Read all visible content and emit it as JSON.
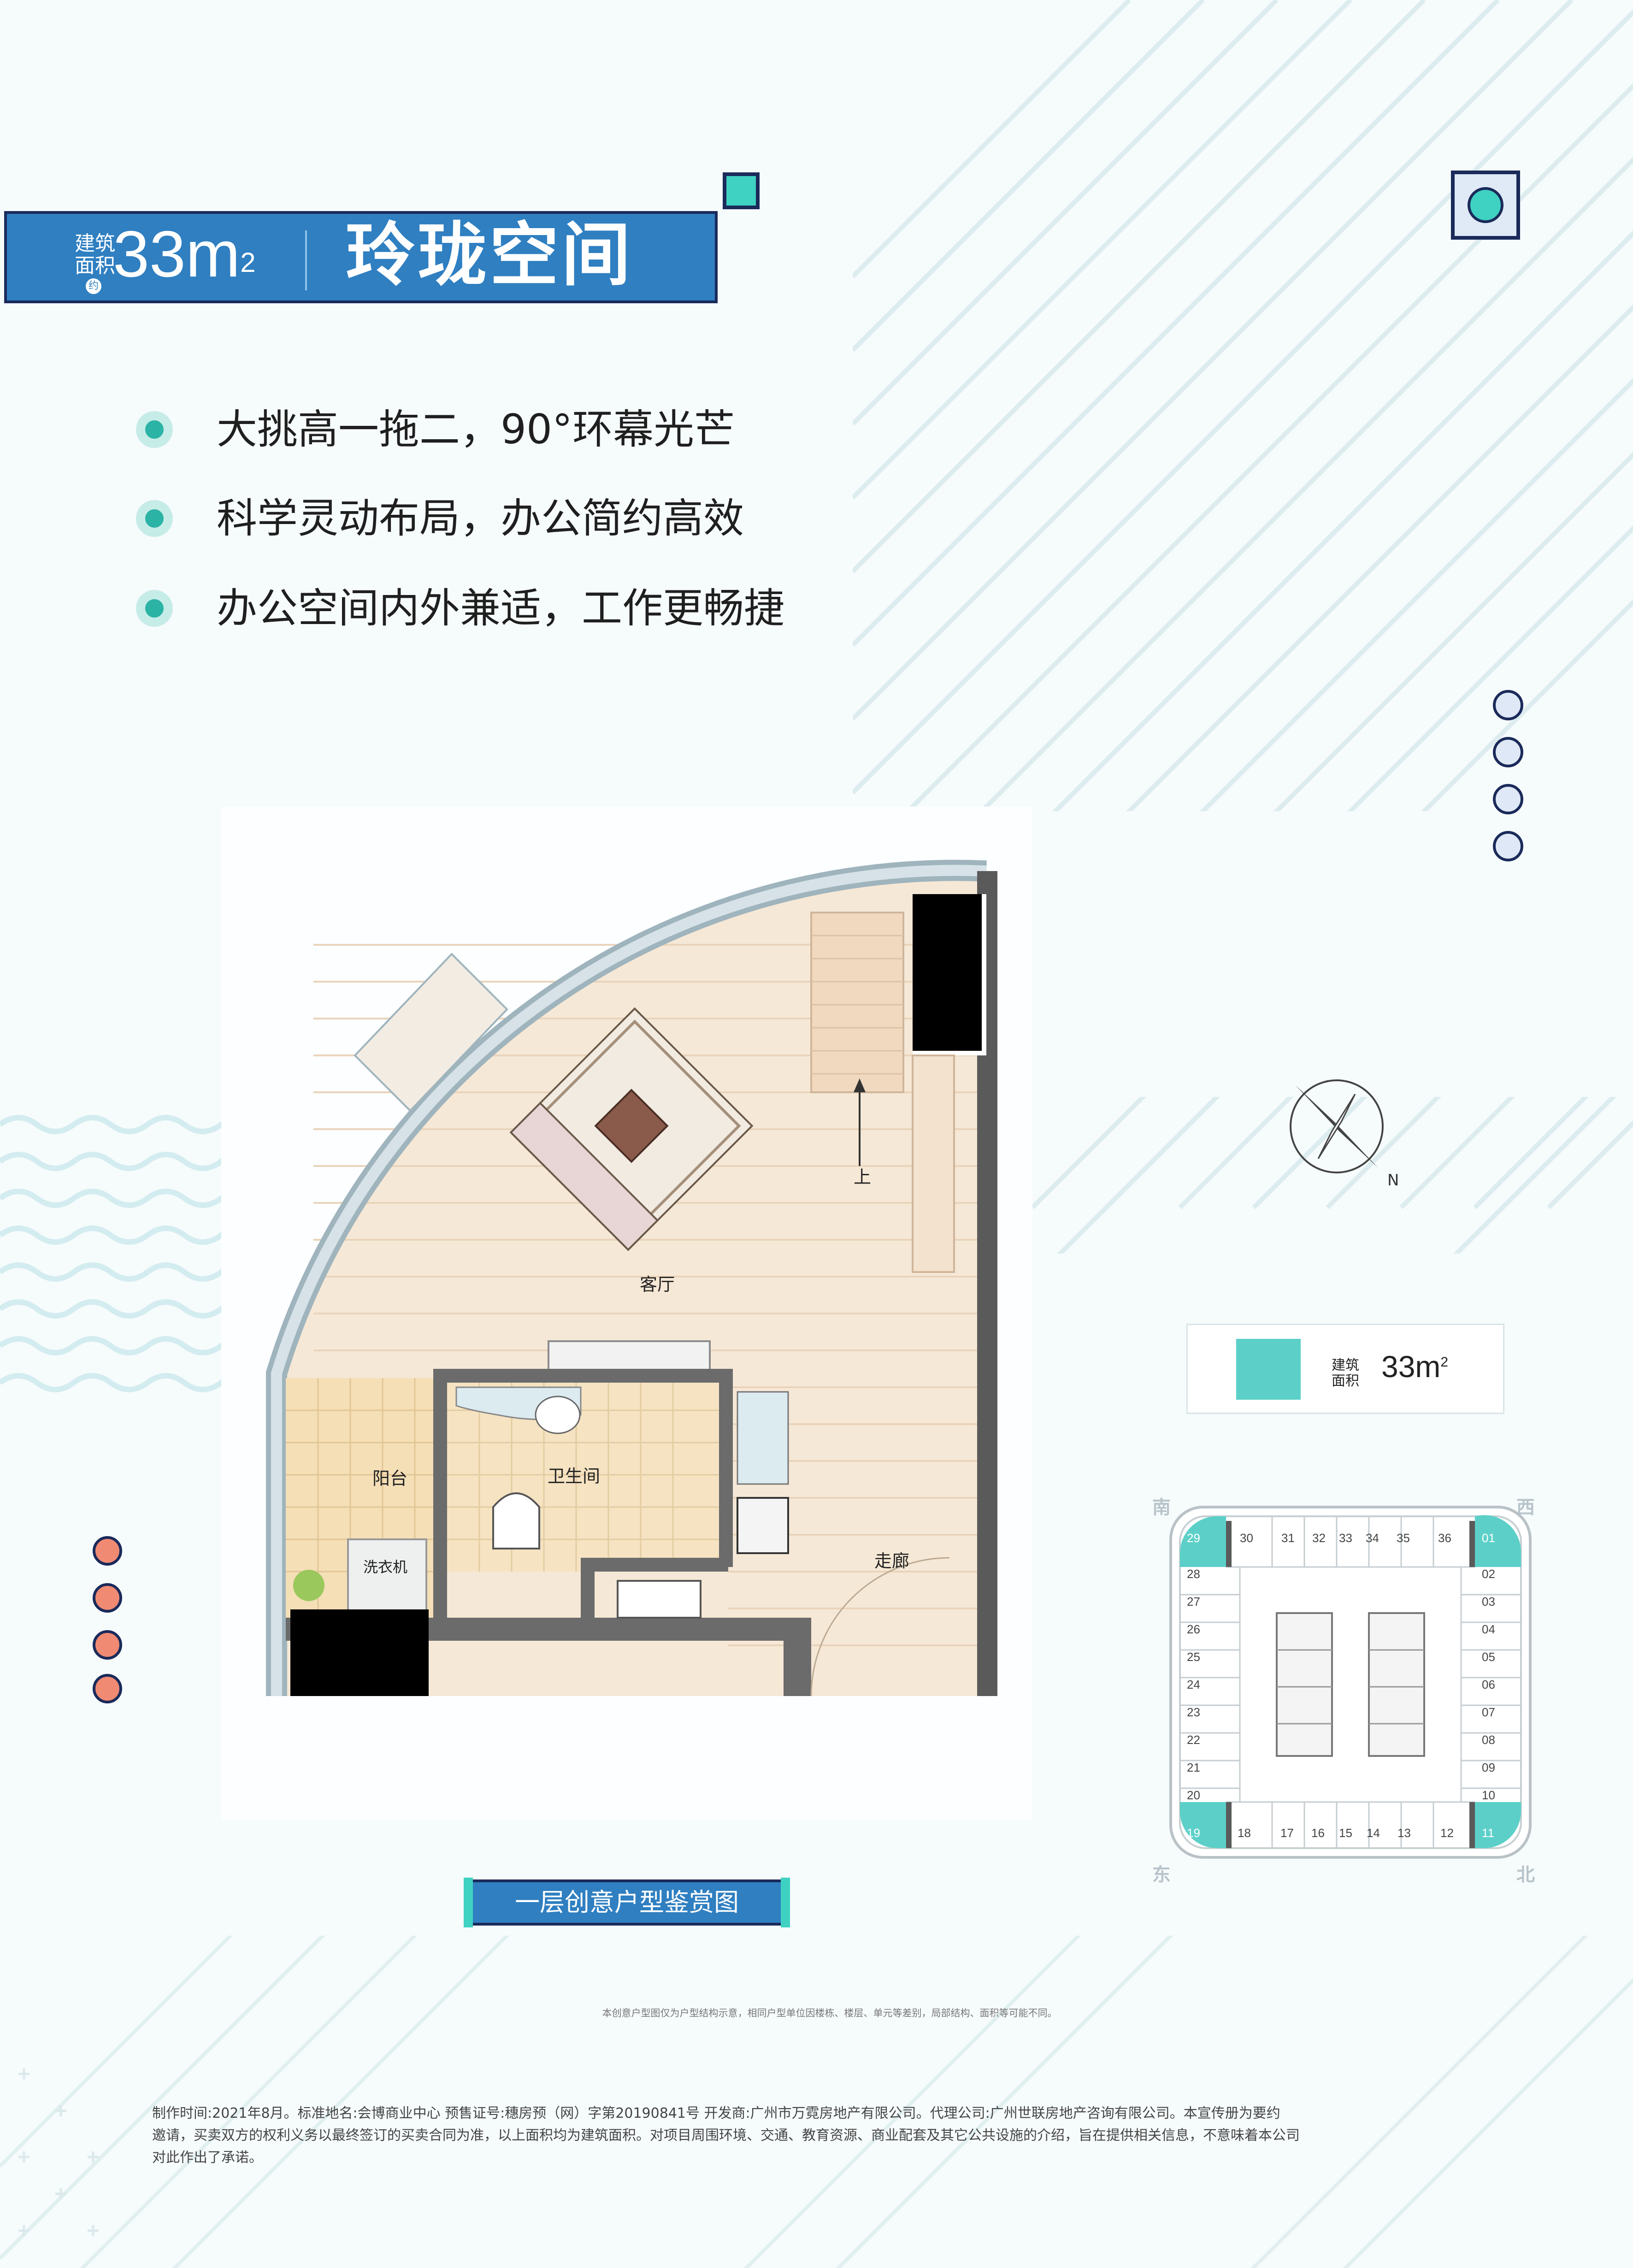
{
  "header": {
    "area_label_line1": "建筑",
    "area_label_line2": "面积",
    "area_unit_mark": "约",
    "area_value": "33m",
    "area_sup": "2",
    "unit_name": "玲珑空间"
  },
  "features": [
    "大挑高一拖二，90°环幕光芒",
    "科学灵动布局，办公简约高效",
    "办公空间内外兼适，工作更畅捷"
  ],
  "floorplan": {
    "rooms": {
      "living": "客厅",
      "up": "上",
      "bathroom": "卫生间",
      "balcony": "阳台",
      "washer": "洗衣机",
      "corridor": "走廊"
    },
    "compass_n": "N",
    "caption": "一层创意户型鉴赏图"
  },
  "legend": {
    "label_line1": "建筑",
    "label_line2": "面积",
    "value": "33m",
    "sup": "2",
    "swatch_color": "#5cd0c8"
  },
  "keyplan": {
    "directions": {
      "south": "南",
      "west": "西",
      "east": "东",
      "north": "北"
    },
    "top_row": [
      "30",
      "31",
      "32",
      "33",
      "34",
      "35",
      "36"
    ],
    "left_col": [
      "28",
      "27",
      "26",
      "25",
      "24",
      "23",
      "22",
      "21",
      "20"
    ],
    "right_col": [
      "02",
      "03",
      "04",
      "05",
      "06",
      "07",
      "08",
      "09",
      "10"
    ],
    "bottom_row": [
      "18",
      "17",
      "16",
      "15",
      "14",
      "13",
      "12"
    ],
    "corners": [
      "29",
      "01",
      "19",
      "11"
    ]
  },
  "disclaimer": "本创意户型图仅为户型结构示意，相同户型单位因楼栋、楼层、单元等差别，局部结构、面积等可能不同。",
  "footer_lines": [
    "制作时间:2021年8月。标准地名:会博商业中心  预售证号:穗房预（网）字第20190841号  开发商:广州市万霓房地产有限公司。代理公司:广州世联房地产咨询有限公司。本宣传册为要约",
    "邀请，买卖双方的权利义务以最终签订的买卖合同为准，以上面积均为建筑面积。对项目周围环境、交通、教育资源、商业配套及其它公共设施的介绍，旨在提供相关信息，不意味着本公司",
    "对此作出了承诺。"
  ],
  "colors": {
    "brand_blue": "#2f7fc1",
    "navy": "#1a2a5a",
    "teal": "#2bb3a5",
    "coral": "#f08a72",
    "floor_wood": "#f5e6d3"
  }
}
